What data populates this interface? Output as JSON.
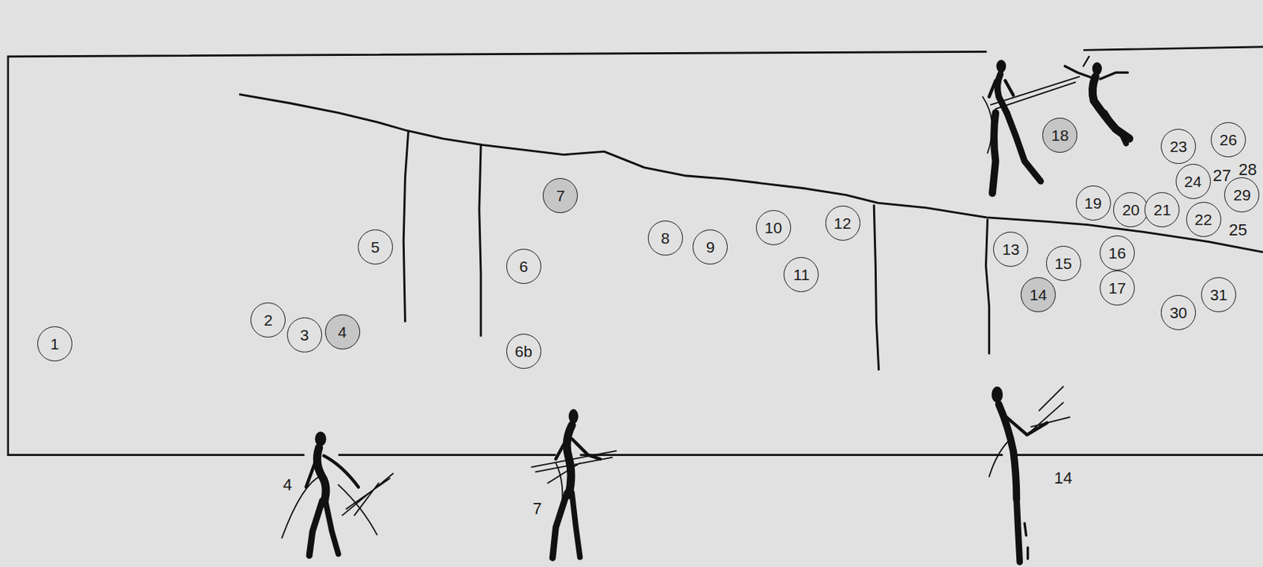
{
  "diagram": {
    "nodes": [
      {
        "text": [
          "1"
        ]
      },
      {
        "text": [
          "2"
        ]
      },
      {
        "text": [
          "3"
        ]
      },
      {
        "text": [
          "4"
        ]
      },
      {
        "text": [
          "5"
        ]
      },
      {
        "text": [
          "6"
        ]
      },
      {
        "text": [
          "6b"
        ]
      },
      {
        "text": [
          "7"
        ]
      },
      {
        "text": [
          "8"
        ]
      },
      {
        "text": [
          "9"
        ]
      },
      {
        "text": [
          "10"
        ]
      },
      {
        "text": [
          "11"
        ]
      },
      {
        "text": [
          "12"
        ]
      },
      {
        "text": [
          "13"
        ]
      },
      {
        "text": [
          "14"
        ]
      },
      {
        "text": [
          "15"
        ]
      },
      {
        "text": [
          "16"
        ]
      },
      {
        "text": [
          "17"
        ]
      },
      {
        "text": [
          "18"
        ]
      },
      {
        "text": [
          "19"
        ]
      },
      {
        "text": [
          "20"
        ]
      },
      {
        "text": [
          "21"
        ]
      },
      {
        "text": [
          "22"
        ]
      },
      {
        "text": [
          "23"
        ]
      },
      {
        "text": [
          "24"
        ]
      },
      {
        "text": [
          "26"
        ]
      },
      {
        "text": [
          "29"
        ]
      },
      {
        "text": [
          "30"
        ]
      },
      {
        "text": [
          "31"
        ]
      }
    ],
    "labels": [
      "27",
      "28",
      "25",
      "4",
      "7",
      "14"
    ]
  }
}
